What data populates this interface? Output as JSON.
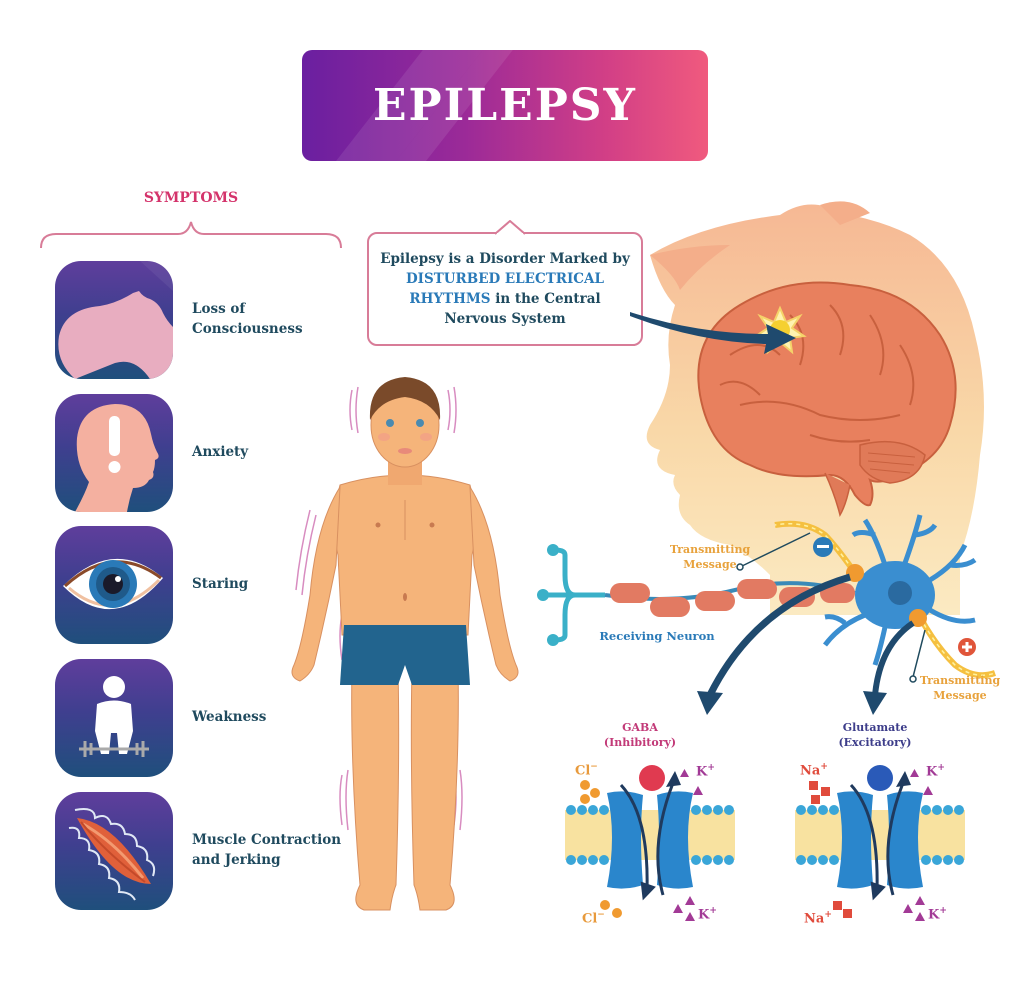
{
  "title": "EPILEPSY",
  "symptoms": {
    "heading": "SYMPTOMS",
    "items": [
      {
        "label_lines": [
          "Loss of",
          "Consciousness"
        ],
        "icon": "unconscious-head-icon"
      },
      {
        "label_lines": [
          "Anxiety"
        ],
        "icon": "anxiety-head-exclamation-icon"
      },
      {
        "label_lines": [
          "Staring"
        ],
        "icon": "eye-icon"
      },
      {
        "label_lines": [
          "Weakness"
        ],
        "icon": "weak-figure-barbell-icon"
      },
      {
        "label_lines": [
          "Muscle Contraction",
          "and Jerking"
        ],
        "icon": "muscle-icon"
      }
    ]
  },
  "callout": {
    "line1": "Epilepsy is a Disorder Marked by",
    "highlight1": "DISTURBED ELECTRICAL",
    "highlight2": "RHYTHMS",
    "line3_rest": " in the Central",
    "line4": "Nervous System"
  },
  "neuron": {
    "transmitting_top": [
      "Transmitting",
      "Message"
    ],
    "transmitting_bottom": [
      "Transmitting",
      "Message"
    ],
    "receiving": "Receiving Neuron",
    "negative_sign": "−",
    "positive_sign": "+"
  },
  "channels": {
    "gaba": {
      "title": "GABA",
      "subtitle": "(Inhibitory)",
      "ion_top_left": "Cl",
      "ion_top_left_charge": "−",
      "ion_top_right": "K",
      "ion_top_right_charge": "+",
      "ion_bottom_left": "Cl",
      "ion_bottom_left_charge": "−",
      "ion_bottom_right": "K",
      "ion_bottom_right_charge": "+"
    },
    "glutamate": {
      "title": "Glutamate",
      "subtitle": "(Excitatory)",
      "ion_top_left": "Na",
      "ion_top_left_charge": "+",
      "ion_top_right": "K",
      "ion_top_right_charge": "+",
      "ion_bottom_left": "Na",
      "ion_bottom_left_charge": "+",
      "ion_bottom_right": "K",
      "ion_bottom_right_charge": "+"
    }
  },
  "colors": {
    "banner_start": "#6a1fa0",
    "banner_end": "#f05a7e",
    "heading_pink": "#d4336b",
    "text_dark": "#1f4a5e",
    "highlight_blue": "#2a7ab8",
    "label_orange": "#e8a23c",
    "icon_bg_top": "#5f3e9c",
    "icon_bg_bottom": "#1f4f7c",
    "brain": "#e8805e",
    "skin": "#f5b98a"
  }
}
